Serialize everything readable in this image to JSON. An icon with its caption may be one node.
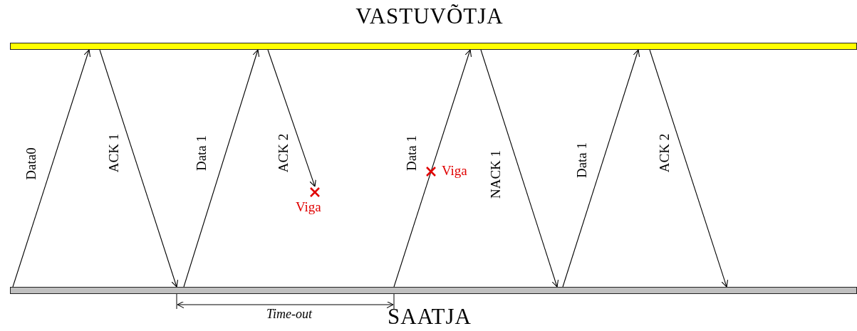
{
  "diagram": {
    "nodes": [
      {
        "text": [
          "VASTUVÕTJA"
        ]
      },
      {
        "text": [
          "SAATJA"
        ]
      },
      {
        "text": [
          "Viga"
        ]
      }
    ],
    "edges": [
      {
        "from": 1,
        "to": 0,
        "arrow": "to",
        "label": "Data0"
      },
      {
        "from": 0,
        "to": 1,
        "arrow": "to",
        "label": "ACK 1"
      },
      {
        "from": 1,
        "to": 0,
        "arrow": "to",
        "label": "Data 1"
      },
      {
        "from": 0,
        "to": 2,
        "arrow": "to",
        "label": "ACK 2"
      },
      {
        "from": 1,
        "to": 0,
        "arrow": "to",
        "label": "Data 1"
      },
      {
        "from": 0,
        "to": 1,
        "arrow": "to",
        "label": "NACK 1"
      },
      {
        "from": 1,
        "to": 0,
        "arrow": "to",
        "label": "Data 1"
      },
      {
        "from": 0,
        "to": 1,
        "arrow": "to",
        "label": "ACK 2"
      }
    ],
    "labels": [
      "Viga",
      "Time-out"
    ]
  }
}
